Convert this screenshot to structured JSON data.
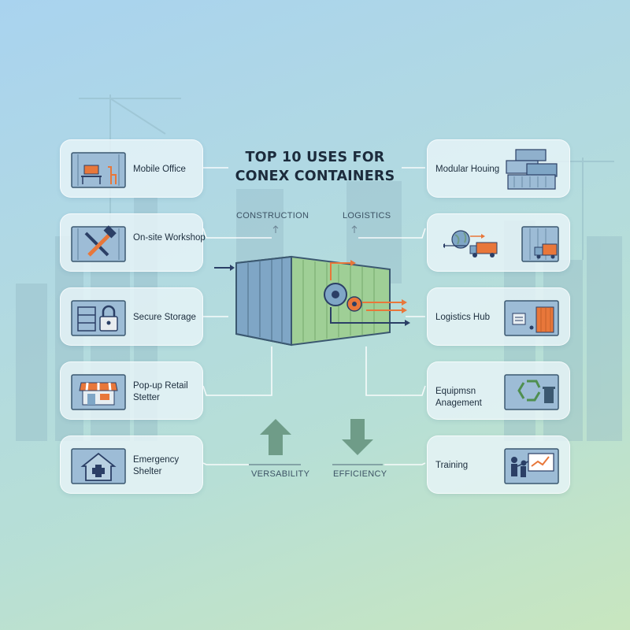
{
  "title": {
    "line1": "TOP 10 USES FOR",
    "line2": "CONEX CONTAINERS"
  },
  "categories": {
    "construction": "CONSTRUCTION",
    "logistics": "LOGISTICS",
    "versatility": "VERSABILITY",
    "efficiency": "EFFICIENCY"
  },
  "left_uses": [
    {
      "label": "Mobile Office",
      "icon": "desk-chair-icon"
    },
    {
      "label": "On-site Workshop",
      "icon": "tools-icon"
    },
    {
      "label": "Secure Storage",
      "icon": "padlock-icon"
    },
    {
      "label": "Pop-up Retail Stetter",
      "icon": "storefront-icon"
    },
    {
      "label": "Emergency Shelter",
      "icon": "medical-house-icon"
    }
  ],
  "right_uses": [
    {
      "label": "Modular Houing",
      "icon": "stacked-containers-icon"
    },
    {
      "label": "",
      "icon": "globe-truck-icon"
    },
    {
      "label": "Logistics Hub",
      "icon": "hub-container-icon"
    },
    {
      "label": "Equipmsn Anagement",
      "icon": "recycle-icon"
    },
    {
      "label": "Training",
      "icon": "presentation-board-icon"
    }
  ],
  "colors": {
    "container_blue": "#7fa6c6",
    "container_green": "#9fcf96",
    "accent_orange": "#e8773a",
    "arrow_navy": "#2b3f66",
    "arrow_green": "#6f9c88"
  }
}
